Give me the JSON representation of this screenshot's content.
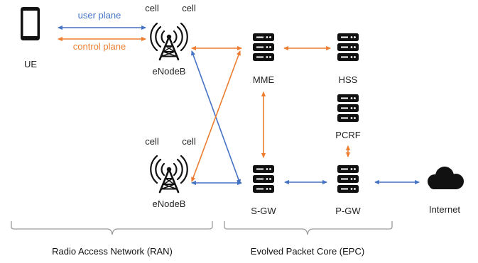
{
  "colors": {
    "user_plane": "#4472C4",
    "control_plane": "#ED7D31",
    "icon": "#111111",
    "brace": "#9a9a9a"
  },
  "legend": {
    "user_plane": "user plane",
    "control_plane": "control plane"
  },
  "nodes": {
    "ue": {
      "label": "UE",
      "icon": "smartphone-icon"
    },
    "enodeb_top": {
      "label": "eNodeB",
      "icon": "cell-tower-icon",
      "cell_left": "cell",
      "cell_right": "cell"
    },
    "enodeb_bottom": {
      "label": "eNodeB",
      "icon": "cell-tower-icon",
      "cell_left": "cell",
      "cell_right": "cell"
    },
    "mme": {
      "label": "MME",
      "icon": "server-icon"
    },
    "hss": {
      "label": "HSS",
      "icon": "server-icon"
    },
    "pcrf": {
      "label": "PCRF",
      "icon": "server-icon"
    },
    "sgw": {
      "label": "S-GW",
      "icon": "server-icon"
    },
    "pgw": {
      "label": "P-GW",
      "icon": "server-icon"
    },
    "internet": {
      "label": "Internet",
      "icon": "cloud-icon"
    }
  },
  "groups": {
    "ran": "Radio Access Network (RAN)",
    "epc": "Evolved Packet Core (EPC)"
  }
}
